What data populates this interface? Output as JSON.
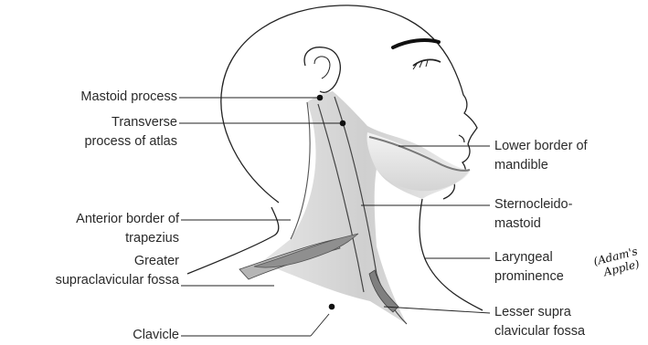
{
  "labels": {
    "mastoid": "Mastoid process",
    "transverse_1": "Transverse",
    "transverse_2": "process of atlas",
    "anterior_1": "Anterior border of",
    "anterior_2": "trapezius",
    "greater_1": "Greater",
    "greater_2": "supraclavicular fossa",
    "clavicle": "Clavicle",
    "lower_1": "Lower border of",
    "lower_2": "mandible",
    "sterno_1": "Sternocleido-",
    "sterno_2": "mastoid",
    "laryngeal_1": "Laryngeal",
    "laryngeal_2": "prominence",
    "lesser_1": "Lesser supra",
    "lesser_2": "clavicular fossa",
    "note_1": "(Adam's",
    "note_2": "Apple)"
  },
  "colors": {
    "stroke": "#222222",
    "neck_fill": "#d9d9d9",
    "fossa_fill": "#8f8f8f",
    "skin_fill": "#ffffff"
  }
}
